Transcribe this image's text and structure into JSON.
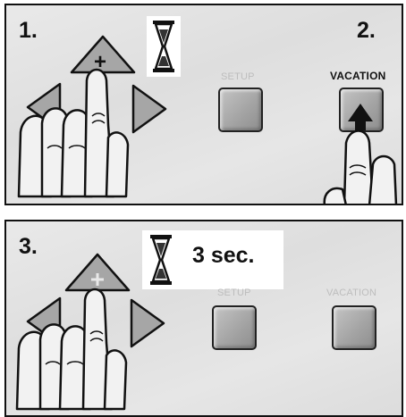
{
  "top_panel": {
    "step_1_label": "1.",
    "step_2_label": "2.",
    "setup_label": "SETUP",
    "vacation_label": "VACATION",
    "plus_symbol": "+",
    "icons": [
      "hourglass-icon",
      "plus-arrow-button",
      "left-arrow-button",
      "right-arrow-button",
      "hand-pressing"
    ]
  },
  "bottom_panel": {
    "step_3_label": "3.",
    "timer_text": "3 sec.",
    "setup_label": "SETUP",
    "vacation_label": "VACATION",
    "icons": [
      "hourglass-icon",
      "plus-arrow-button",
      "left-arrow-button",
      "right-arrow-button",
      "hand-pressing"
    ]
  },
  "colors": {
    "panel_bg": "#e4e4e4",
    "button_gray": "#a8a8a8",
    "outline": "#111111"
  }
}
